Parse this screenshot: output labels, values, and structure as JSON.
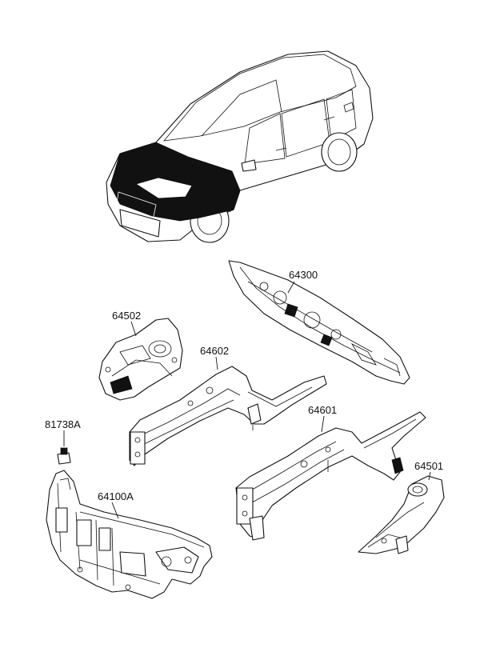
{
  "diagram": {
    "vehicle": "car-overview",
    "parts": [
      {
        "id": "p-64300",
        "label": "64300"
      },
      {
        "id": "p-64502",
        "label": "64502"
      },
      {
        "id": "p-64602",
        "label": "64602"
      },
      {
        "id": "p-64601",
        "label": "64601"
      },
      {
        "id": "p-81738a",
        "label": "81738A"
      },
      {
        "id": "p-64100a",
        "label": "64100A"
      },
      {
        "id": "p-64501",
        "label": "64501"
      }
    ],
    "colors": {
      "line": "#111111",
      "fill": "#ffffff",
      "highlight": "#111111"
    }
  }
}
